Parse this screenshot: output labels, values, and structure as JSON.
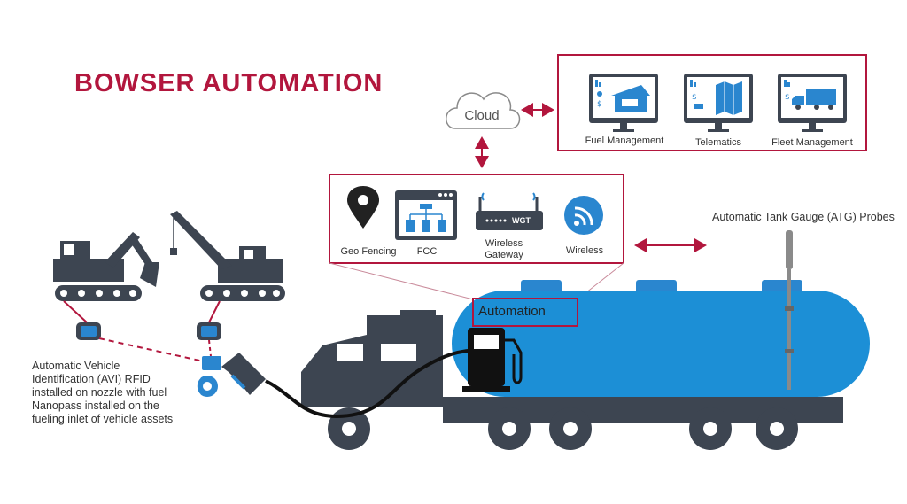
{
  "title": "BOWSER AUTOMATION",
  "cloud": {
    "label": "Cloud"
  },
  "apps": [
    {
      "label": "Fuel Management",
      "icon": "fuel-station-monitor-icon"
    },
    {
      "label": "Telematics",
      "icon": "map-monitor-icon"
    },
    {
      "label": "Fleet Management",
      "icon": "truck-monitor-icon"
    }
  ],
  "devices": [
    {
      "label": "Geo Fencing",
      "icon": "map-pin-icon"
    },
    {
      "label": "FCC",
      "icon": "fuel-controller-icon"
    },
    {
      "label": "Wireless Gateway",
      "icon": "router-icon",
      "badge": "WGT"
    },
    {
      "label": "Wireless",
      "icon": "wifi-icon"
    }
  ],
  "automation_label": "Automation",
  "atg_label": "Automatic Tank Gauge (ATG) Probes",
  "avi_label": "Automatic Vehicle Identification (AVI) RFID installed on nozzle with fuel Nanopass installed on the fueling inlet of vehicle assets",
  "colors": {
    "accent": "#b2163d",
    "tank": "#1c8fd6",
    "truck": "#3d4551",
    "icon_blue": "#2a86cf"
  }
}
